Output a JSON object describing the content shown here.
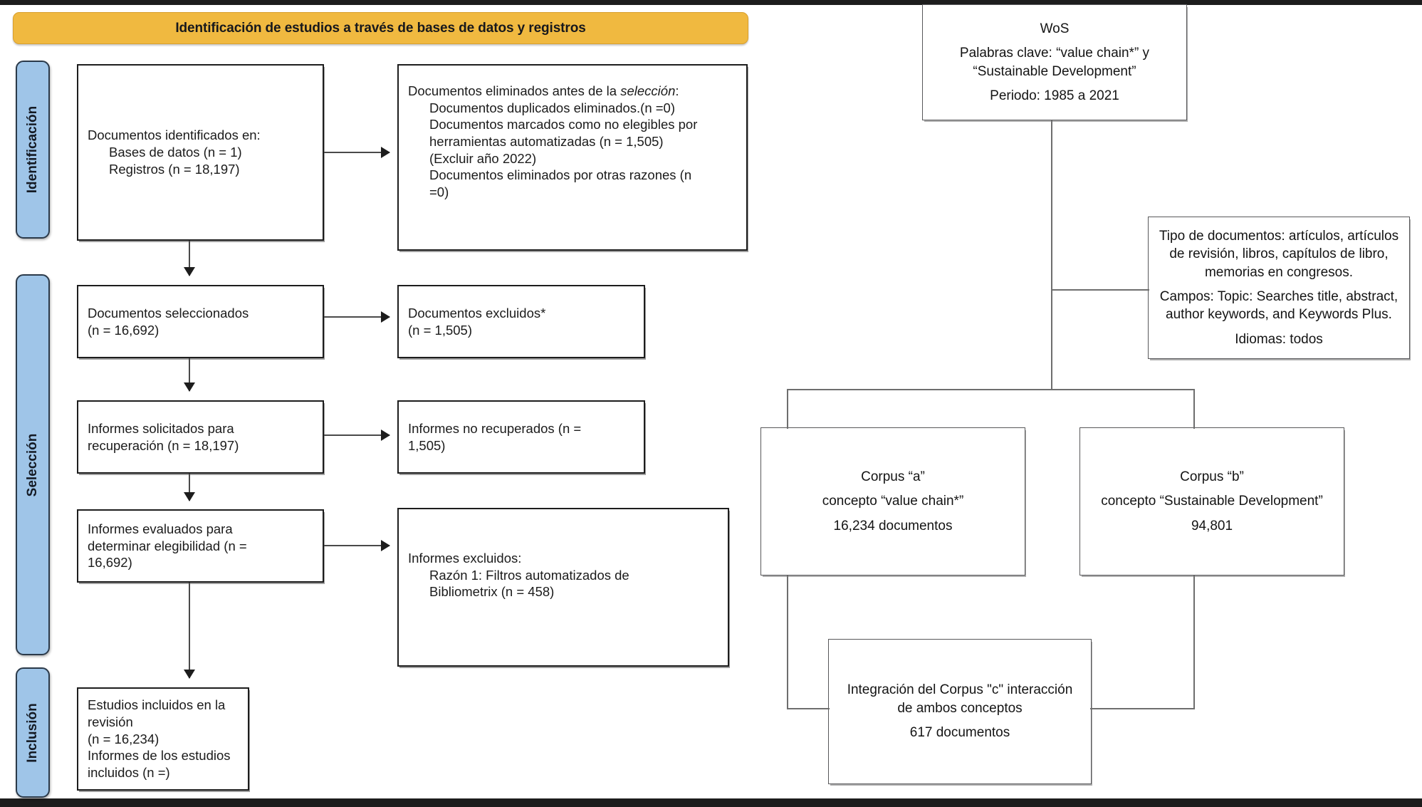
{
  "meta": {
    "diagram_title": "PRISMA flow diagram with Web of Science corpus construction",
    "accent_banner_color": "#F0B940",
    "stage_label_color": "#9FC5E8",
    "box_border_color": "#1D1D1D",
    "connector_color": "#6E6E6E"
  },
  "prisma": {
    "banner": "Identificación de estudios a través de bases de datos y registros",
    "stages": [
      {
        "id": "identificacion",
        "label": "Identificación"
      },
      {
        "id": "seleccion",
        "label": "Selección"
      },
      {
        "id": "inclusion",
        "label": "Inclusión"
      }
    ],
    "boxes": {
      "identificados": {
        "lines": [
          {
            "text": "Documentos identificados en:",
            "indent": false
          },
          {
            "text": "Bases de datos (n = 1)",
            "indent": true
          },
          {
            "text": "Registros (n = 18,197)",
            "indent": true
          }
        ]
      },
      "eliminados_antes": {
        "lines": [
          {
            "text": "Documentos eliminados antes de la ",
            "italic_tail": "selección",
            "suffix": ":",
            "indent": false
          },
          {
            "text": "Documentos duplicados eliminados.(n =0)",
            "indent": true
          },
          {
            "text": "Documentos marcados como no elegibles por",
            "indent": true
          },
          {
            "text": "herramientas automatizadas (n = 1,505)",
            "indent": false
          },
          {
            "text": "(Excluir año 2022)",
            "indent": false
          },
          {
            "text": "Documentos eliminados por otras razones (n",
            "indent": false
          },
          {
            "text": "=0)",
            "indent": false
          }
        ]
      },
      "seleccionados": {
        "lines": [
          {
            "text": "Documentos seleccionados",
            "indent": false
          },
          {
            "text": "(n = 16,692)",
            "indent": false
          }
        ]
      },
      "excluidos": {
        "lines": [
          {
            "text": "Documentos excluidos*",
            "indent": false
          },
          {
            "text": "(n = 1,505)",
            "indent": false
          }
        ]
      },
      "solicitados": {
        "lines": [
          {
            "text": "Informes solicitados para",
            "indent": false
          },
          {
            "text": "recuperación (n = 18,197)",
            "indent": false
          }
        ]
      },
      "no_recuperados": {
        "lines": [
          {
            "text": "Informes no recuperados (n =",
            "indent": false
          },
          {
            "text": "1,505)",
            "indent": false
          }
        ]
      },
      "evaluados": {
        "lines": [
          {
            "text": "Informes evaluados para",
            "indent": false
          },
          {
            "text": "determinar elegibilidad (n =",
            "indent": false
          },
          {
            "text": "16,692)",
            "indent": false
          }
        ]
      },
      "informes_excluidos": {
        "lines": [
          {
            "text": "Informes excluidos:",
            "indent": false
          },
          {
            "text": "Razón 1: Filtros automatizados de",
            "indent": true
          },
          {
            "text": "Bibliometrix (n = 458)",
            "indent": true
          }
        ]
      },
      "incluidos": {
        "lines": [
          {
            "text": "Estudios incluidos en la revisión",
            "indent": false
          },
          {
            "text": "(n = 16,234)",
            "indent": false
          },
          {
            "text": "Informes de los estudios",
            "indent": false
          },
          {
            "text": "incluidos (n =)",
            "indent": false
          }
        ]
      }
    }
  },
  "wos": {
    "source": {
      "lines": [
        "WoS",
        "Palabras clave: “value chain*” y",
        "“Sustainable Development”",
        "Periodo: 1985 a 2021"
      ]
    },
    "criterios": {
      "lines": [
        "Tipo de documentos: artículos, artículos",
        "de revisión, libros, capítulos de libro,",
        "memorias en congresos.",
        "Campos: Topic: Searches title, abstract,",
        "author keywords, and Keywords Plus.",
        "Idiomas: todos"
      ]
    },
    "corpus_a": {
      "lines": [
        "Corpus “a”",
        "concepto “value chain*”",
        "16,234 documentos"
      ]
    },
    "corpus_b": {
      "lines": [
        "Corpus “b”",
        "concepto “Sustainable Development”",
        "94,801"
      ]
    },
    "corpus_c": {
      "lines": [
        "Integración del Corpus \"c\" interacción",
        "de ambos conceptos",
        "617 documentos"
      ]
    }
  }
}
